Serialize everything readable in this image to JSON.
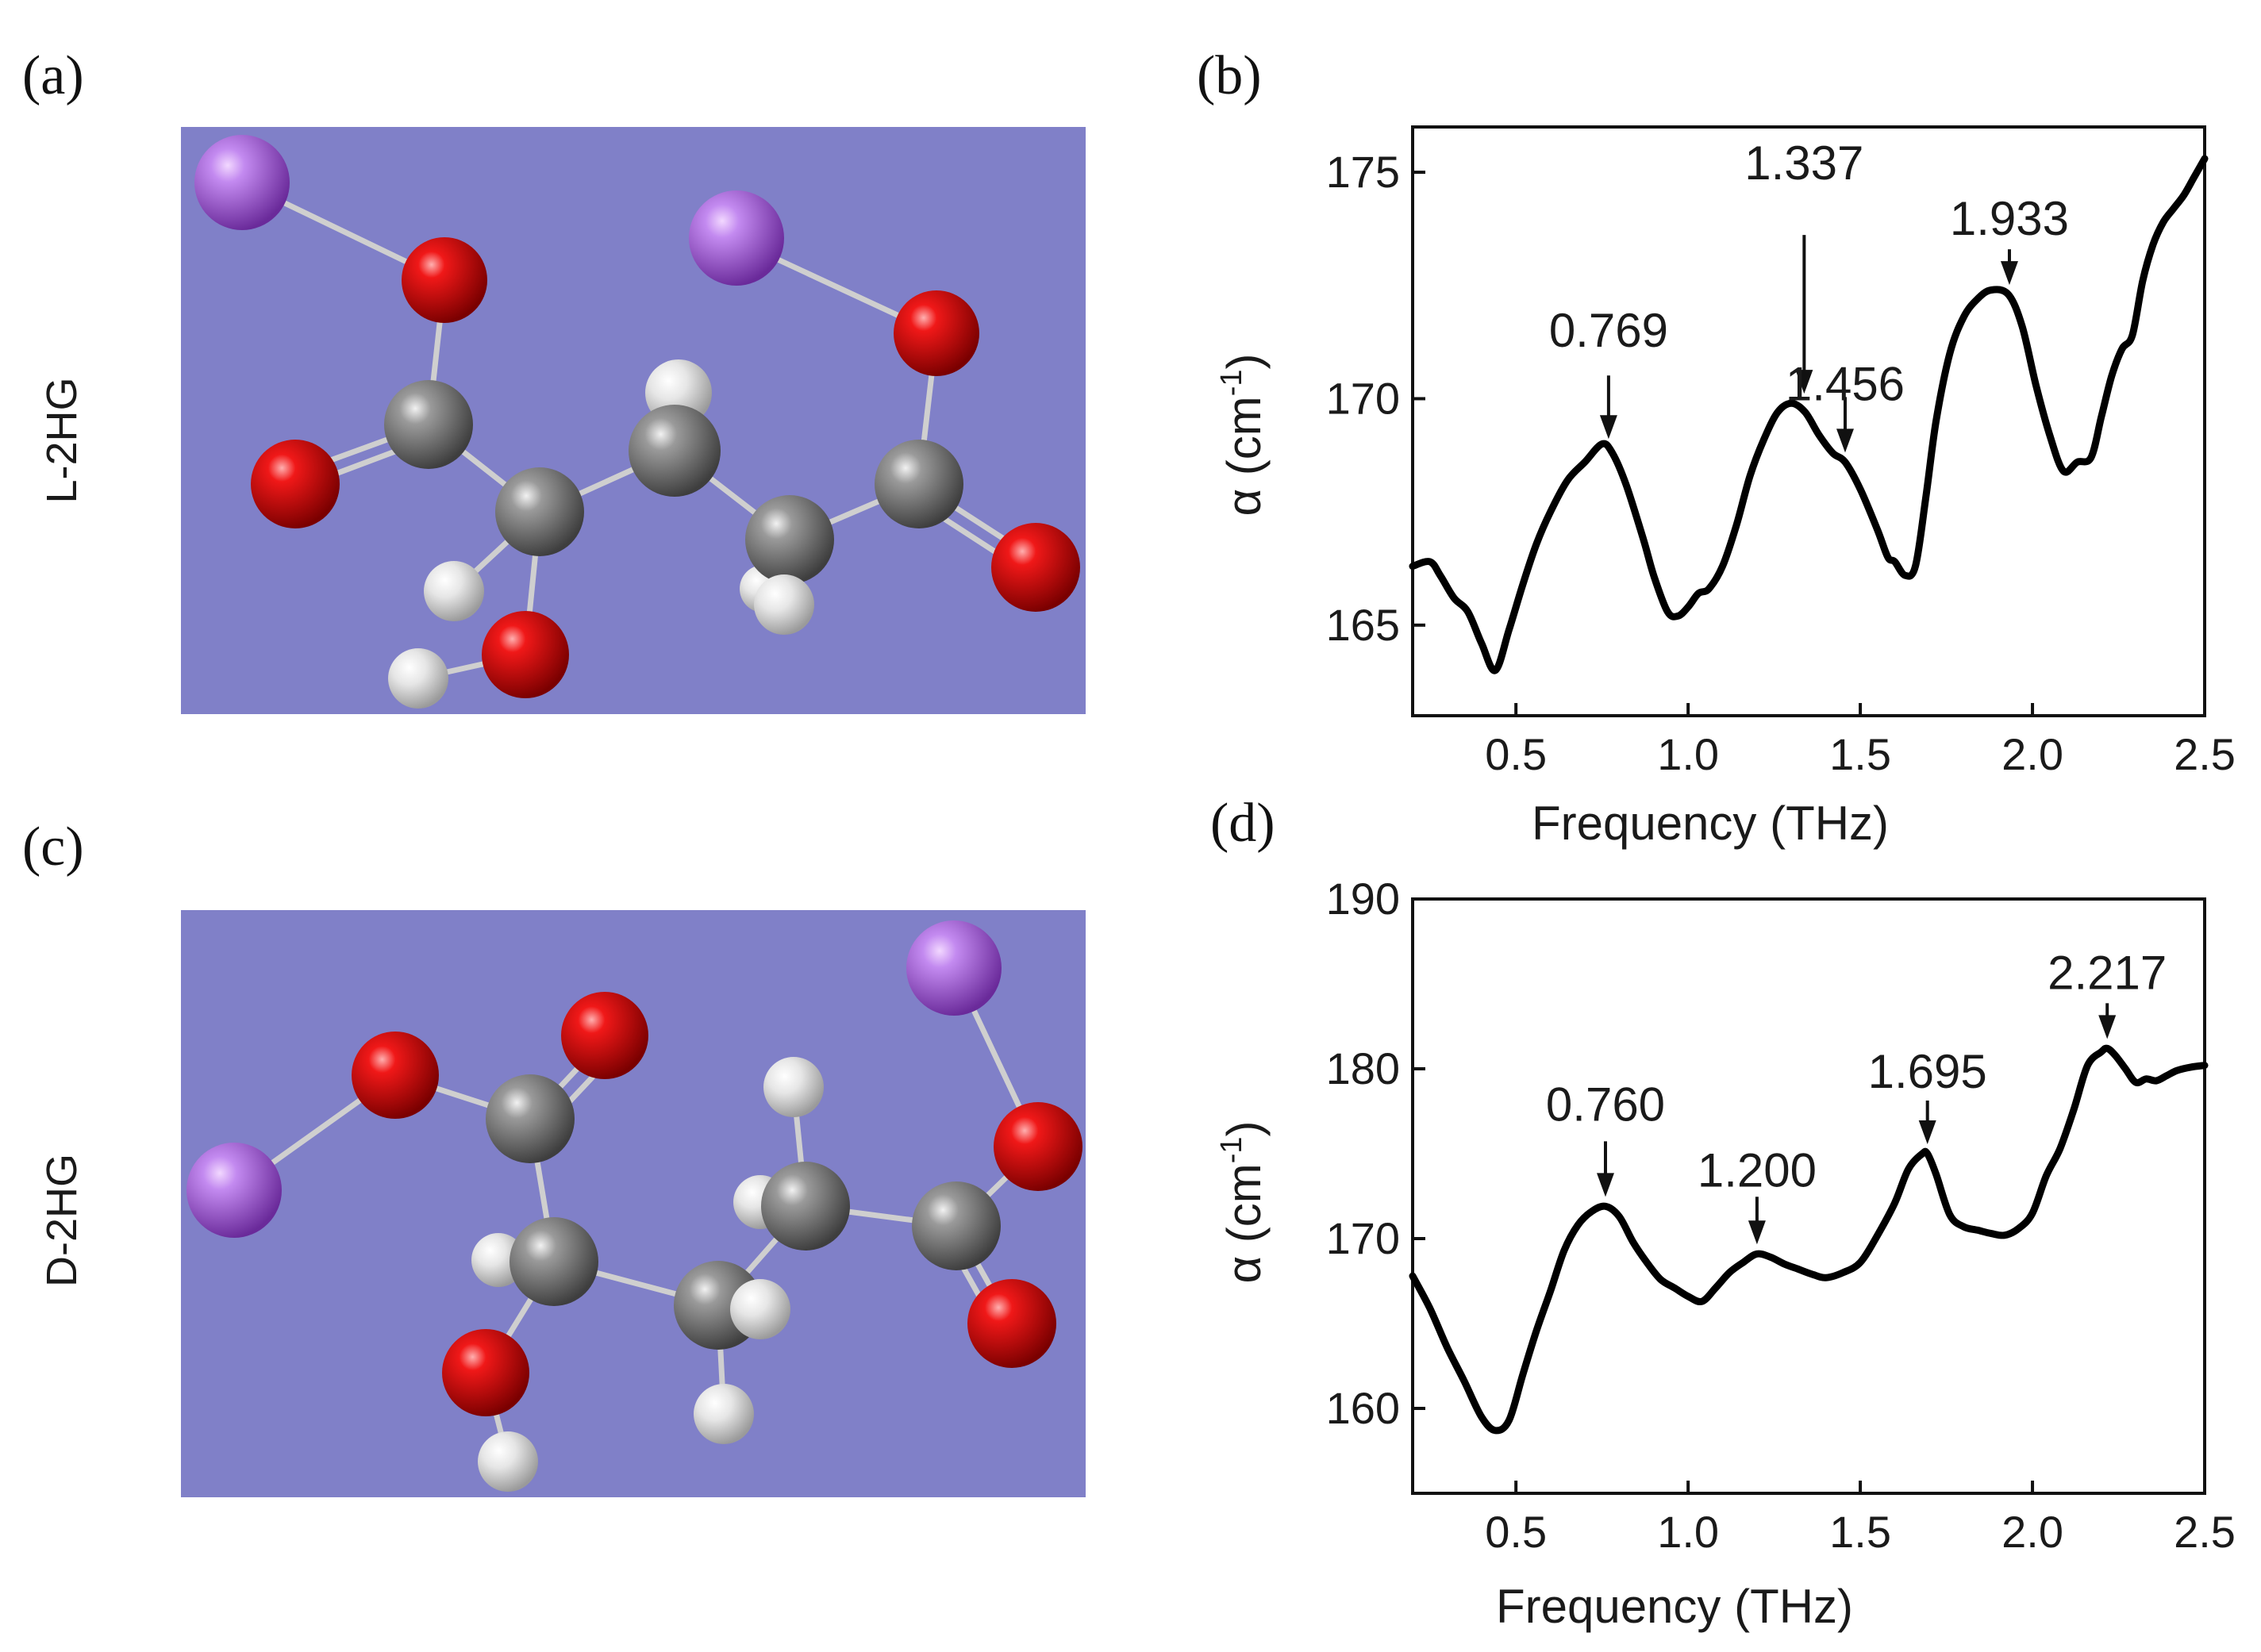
{
  "panels": {
    "a": {
      "letter": "(a)",
      "side_label": "L-2HG",
      "colors": {
        "background": "#8080C8",
        "sodium": "#A55FE6",
        "oxygen": "#E00000",
        "carbon": "#7E7E7E",
        "hydrogen": "#E8E8E8",
        "bond": "#C8C8C8"
      }
    },
    "c": {
      "letter": "(c)",
      "side_label": "D-2HG"
    },
    "b": {
      "letter": "(b)",
      "xlabel": "Frequency (THz)",
      "ylabel_base": "α (cm",
      "ylabel_sup": "-1",
      "ylabel_close": ")",
      "annotations": [
        "0.769",
        "1.337",
        "1.456",
        "1.933"
      ]
    },
    "d": {
      "letter": "(d)",
      "xlabel": "Frequency (THz)",
      "ylabel_base": "α (cm",
      "ylabel_sup": "-1",
      "ylabel_close": ")",
      "annotations": [
        "0.760",
        "1.200",
        "1.695",
        "2.217"
      ]
    }
  },
  "chart_data": [
    {
      "type": "line",
      "panel": "b",
      "xlabel": "Frequency (THz)",
      "ylabel": "α (cm-1)",
      "xlim": [
        0.2,
        2.5
      ],
      "ylim": [
        163,
        176
      ],
      "xticks": [
        0.5,
        1.0,
        1.5,
        2.0,
        2.5
      ],
      "xtick_labels": [
        "0.5",
        "1.0",
        "1.5",
        "2.0",
        "2.5"
      ],
      "yticks": [
        165,
        170,
        175
      ],
      "ytick_labels": [
        "165",
        "170",
        "175"
      ],
      "series": [
        {
          "color": "#000000",
          "x": [
            0.2,
            0.25,
            0.28,
            0.32,
            0.36,
            0.4,
            0.44,
            0.48,
            0.52,
            0.56,
            0.6,
            0.65,
            0.7,
            0.75,
            0.78,
            0.82,
            0.87,
            0.9,
            0.94,
            0.97,
            1.0,
            1.03,
            1.06,
            1.1,
            1.14,
            1.18,
            1.22,
            1.26,
            1.3,
            1.34,
            1.38,
            1.42,
            1.456,
            1.5,
            1.55,
            1.58,
            1.6,
            1.63,
            1.66,
            1.69,
            1.72,
            1.76,
            1.8,
            1.84,
            1.88,
            1.93,
            1.97,
            2.01,
            2.05,
            2.09,
            2.13,
            2.17,
            2.2,
            2.23,
            2.26,
            2.29,
            2.32,
            2.35,
            2.38,
            2.41,
            2.44,
            2.47,
            2.5
          ],
          "y": [
            166.3,
            166.4,
            166.1,
            165.6,
            165.3,
            164.6,
            164.0,
            164.9,
            165.9,
            166.8,
            167.5,
            168.2,
            168.6,
            169.0,
            168.8,
            168.1,
            166.9,
            166.1,
            165.3,
            165.2,
            165.4,
            165.7,
            165.8,
            166.3,
            167.2,
            168.3,
            169.1,
            169.7,
            169.9,
            169.7,
            169.2,
            168.8,
            168.6,
            168.0,
            167.1,
            166.5,
            166.4,
            166.1,
            166.3,
            167.8,
            169.5,
            171.0,
            171.8,
            172.2,
            172.4,
            172.3,
            171.6,
            170.3,
            169.2,
            168.4,
            168.6,
            168.7,
            169.6,
            170.5,
            171.1,
            171.4,
            172.6,
            173.4,
            173.9,
            174.2,
            174.5,
            174.9,
            175.3
          ]
        }
      ],
      "annotations": [
        {
          "label": "0.769",
          "x": 0.769,
          "y": 168.9
        },
        {
          "label": "1.337",
          "x": 1.337,
          "y": 169.9
        },
        {
          "label": "1.456",
          "x": 1.456,
          "y": 168.6
        },
        {
          "label": "1.933",
          "x": 1.933,
          "y": 172.3
        }
      ]
    },
    {
      "type": "line",
      "panel": "d",
      "xlabel": "Frequency (THz)",
      "ylabel": "α (cm-1)",
      "xlim": [
        0.2,
        2.5
      ],
      "ylim": [
        155,
        190
      ],
      "xticks": [
        0.5,
        1.0,
        1.5,
        2.0,
        2.5
      ],
      "xtick_labels": [
        "0.5",
        "1.0",
        "1.5",
        "2.0",
        "2.5"
      ],
      "yticks": [
        160,
        170,
        180,
        190
      ],
      "ytick_labels": [
        "160",
        "170",
        "180",
        "190"
      ],
      "series": [
        {
          "color": "#000000",
          "x": [
            0.2,
            0.25,
            0.3,
            0.35,
            0.4,
            0.44,
            0.48,
            0.52,
            0.56,
            0.6,
            0.64,
            0.68,
            0.72,
            0.76,
            0.8,
            0.84,
            0.88,
            0.92,
            0.96,
            1.0,
            1.04,
            1.08,
            1.12,
            1.16,
            1.2,
            1.24,
            1.28,
            1.32,
            1.36,
            1.4,
            1.45,
            1.5,
            1.55,
            1.6,
            1.64,
            1.68,
            1.695,
            1.72,
            1.76,
            1.8,
            1.84,
            1.88,
            1.92,
            1.96,
            2.0,
            2.04,
            2.08,
            2.12,
            2.16,
            2.2,
            2.217,
            2.24,
            2.27,
            2.3,
            2.33,
            2.36,
            2.39,
            2.42,
            2.46,
            2.5
          ],
          "y": [
            167.8,
            165.9,
            163.6,
            161.6,
            159.5,
            158.7,
            159.3,
            162.0,
            164.6,
            166.9,
            169.3,
            170.8,
            171.6,
            171.9,
            171.3,
            169.8,
            168.6,
            167.6,
            167.1,
            166.6,
            166.3,
            167.1,
            168.0,
            168.6,
            169.1,
            168.9,
            168.5,
            168.2,
            167.9,
            167.7,
            168.0,
            168.6,
            170.2,
            172.1,
            174.1,
            175.0,
            175.0,
            173.8,
            171.4,
            170.7,
            170.5,
            170.3,
            170.2,
            170.6,
            171.5,
            173.7,
            175.3,
            177.6,
            180.2,
            181.0,
            181.2,
            180.8,
            180.0,
            179.2,
            179.4,
            179.3,
            179.6,
            179.9,
            180.1,
            180.2
          ]
        }
      ],
      "annotations": [
        {
          "label": "0.760",
          "x": 0.76,
          "y": 171.9
        },
        {
          "label": "1.200",
          "x": 1.2,
          "y": 169.1
        },
        {
          "label": "1.695",
          "x": 1.695,
          "y": 175.0
        },
        {
          "label": "2.217",
          "x": 2.217,
          "y": 181.2
        }
      ]
    }
  ]
}
